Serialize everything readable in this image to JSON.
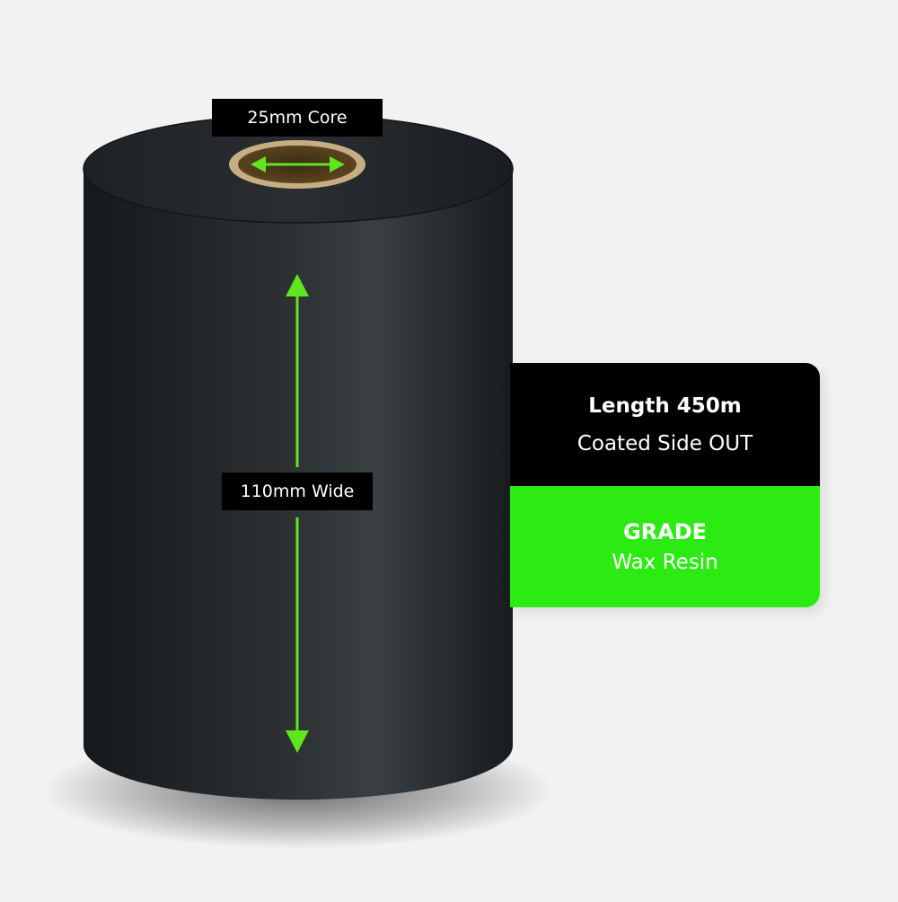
{
  "core_label": "25mm Core",
  "width_label": "110mm Wide",
  "spec": {
    "length": "Length 450m",
    "coating": "Coated Side OUT",
    "grade_title": "GRADE",
    "grade_value": "Wax Resin"
  },
  "colors": {
    "accent_green": "#2ceb12",
    "arrow_green": "#5fe61f",
    "roll_dark": "#1c2023",
    "core_brown": "#4a3517",
    "background": "#f2f2f2"
  },
  "icons": {
    "width_arrow": "double-arrow-vertical",
    "core_arrow": "double-arrow-horizontal"
  }
}
